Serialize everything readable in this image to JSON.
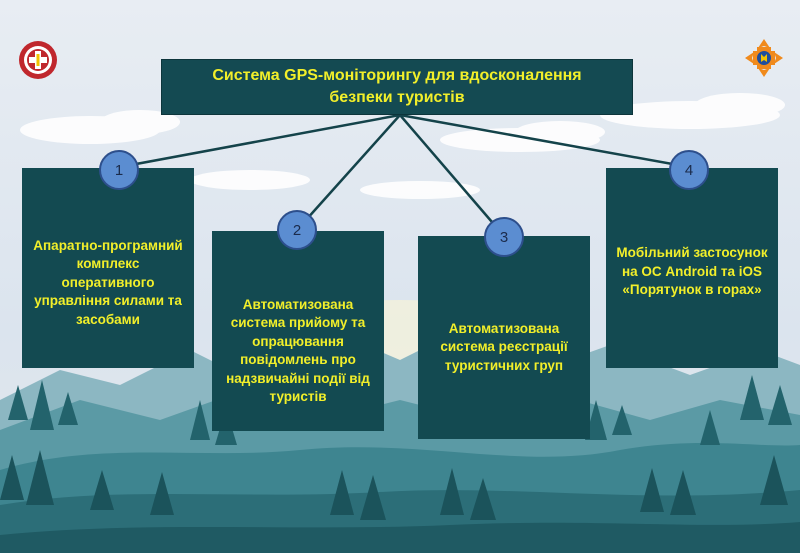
{
  "diagram": {
    "title": "Система GPS-моніторингу для вдосконалення безпеки туристів",
    "items": [
      {
        "number": "1",
        "text": "Апаратно-програмний комплекс оперативного управління силами та засобами"
      },
      {
        "number": "2",
        "text": "Автоматизована система прийому та опрацювання повідомлень про надзвичайні події від туристів"
      },
      {
        "number": "3",
        "text": "Автоматизована система реєстрації туристичних груп"
      },
      {
        "number": "4",
        "text": "Мобільний застосунок на ОС Android та iOS «Порятунок в горах»"
      }
    ]
  },
  "colors": {
    "box_fill": "#134a51",
    "text_accent": "#f2ef2a",
    "number_circle": "#5b8dd1",
    "sky": "#dfe7ef",
    "emblem_red": "#c0272d",
    "emblem_orange": "#f08a1c"
  },
  "icons": {
    "left_emblem": "red-cross-emblem-icon",
    "right_emblem": "rescue-service-emblem-icon"
  }
}
